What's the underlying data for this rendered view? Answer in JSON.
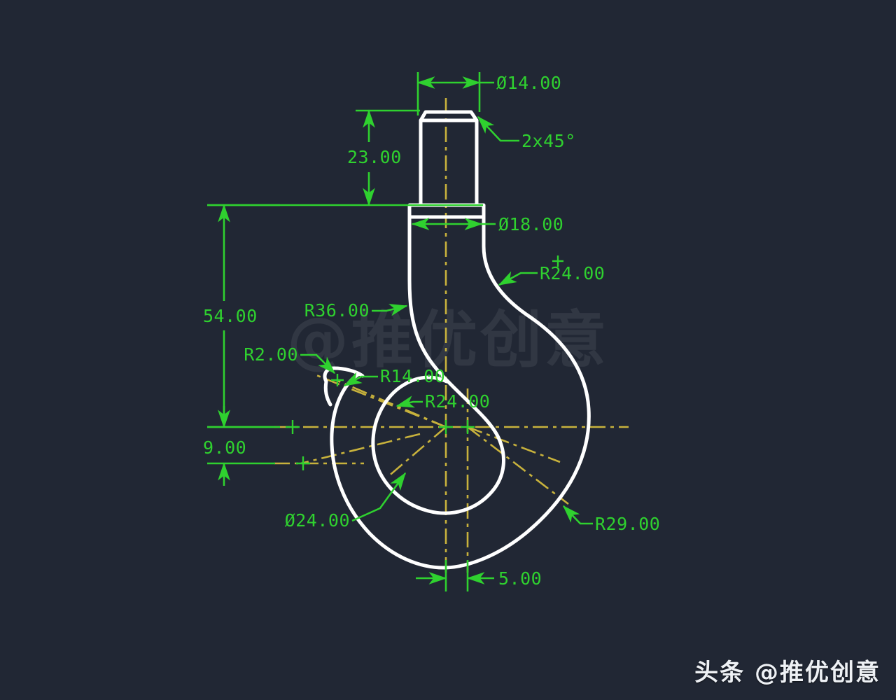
{
  "drawing": {
    "title": "Crane Hook Orthographic Drawing",
    "background_color": "#212734",
    "outline_color": "#ffffff",
    "dimension_color": "#2fd12f",
    "centerline_color": "#c8b23c"
  },
  "dimensions": {
    "dia_top": {
      "label": "Ø14.00",
      "value": 14.0,
      "kind": "diameter"
    },
    "chamfer": {
      "label": "2x45°",
      "value": 45.0,
      "kind": "chamfer"
    },
    "dia_shank": {
      "label": "Ø18.00",
      "value": 18.0,
      "kind": "diameter"
    },
    "len_shank": {
      "label": "23.00",
      "value": 23.0,
      "kind": "linear"
    },
    "len_overall": {
      "label": "54.00",
      "value": 54.0,
      "kind": "linear"
    },
    "len_offset": {
      "label": "9.00",
      "value": 9.0,
      "kind": "linear"
    },
    "width_tip": {
      "label": "5.00",
      "value": 5.0,
      "kind": "linear"
    },
    "r_back": {
      "label": "R24.00",
      "value": 24.0,
      "kind": "radius"
    },
    "r_front": {
      "label": "R36.00",
      "value": 36.0,
      "kind": "radius"
    },
    "r_tip": {
      "label": "R2.00",
      "value": 2.0,
      "kind": "radius"
    },
    "r_inner_tip": {
      "label": "R14.00",
      "value": 14.0,
      "kind": "radius"
    },
    "r_throat": {
      "label": "R24.00",
      "value": 24.0,
      "kind": "radius"
    },
    "r_bowl": {
      "label": "R29.00",
      "value": 29.0,
      "kind": "radius"
    },
    "dia_bowl": {
      "label": "Ø24.00",
      "value": 24.0,
      "kind": "diameter"
    }
  },
  "watermarks": {
    "center": "@推优创意",
    "corner": "头条 @推优创意"
  }
}
